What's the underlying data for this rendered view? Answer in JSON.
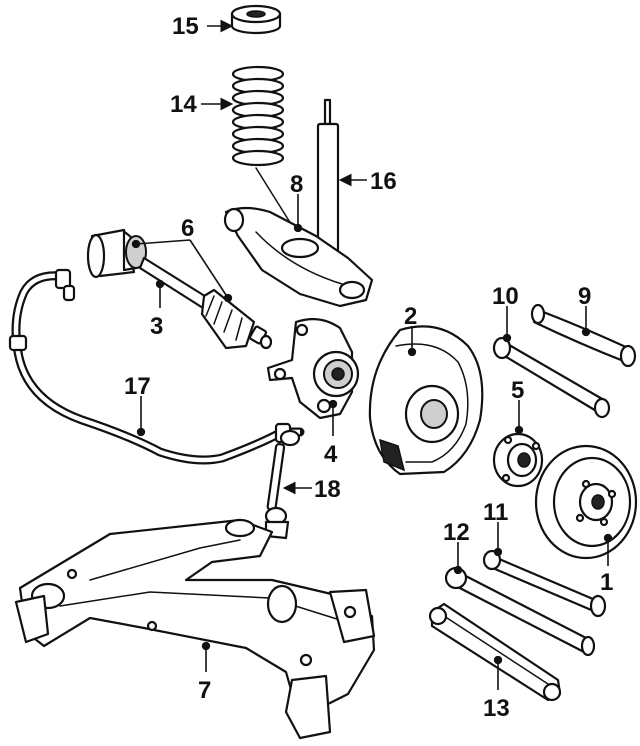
{
  "colors": {
    "line": "#111111",
    "background": "#ffffff",
    "shade": "#cfcfcf"
  },
  "callouts": {
    "c1": "1",
    "c2": "2",
    "c3": "3",
    "c4": "4",
    "c5": "5",
    "c6": "6",
    "c7": "7",
    "c8": "8",
    "c9": "9",
    "c10": "10",
    "c11": "11",
    "c12": "12",
    "c13": "13",
    "c14": "14",
    "c15": "15",
    "c16": "16",
    "c17": "17",
    "c18": "18"
  }
}
